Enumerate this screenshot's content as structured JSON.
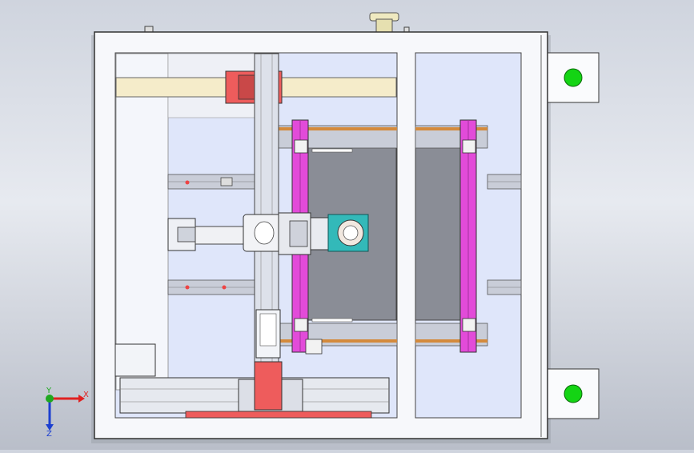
{
  "triad": {
    "x_label": "X",
    "y_label": "Y",
    "z_label": "Z",
    "x_color": "#e02020",
    "y_color": "#1fa81f",
    "z_color": "#1c3fd0"
  },
  "colors": {
    "frame": "#f7f8fb",
    "window": "#dfe6fa",
    "rail": "#c9cdd8",
    "belt_orange": "#d48a3c",
    "slider_magenta": "#e24bd9",
    "carriage_red": "#ee5c5c",
    "wood": "#f5ecca",
    "plate_grey": "#8a8d96",
    "teal_part": "#33b9b9",
    "indicator_green": "#14d414",
    "knob": "#e6e0b0"
  },
  "icons": [
    "indicator-light-icon",
    "coordinate-triad-icon"
  ]
}
